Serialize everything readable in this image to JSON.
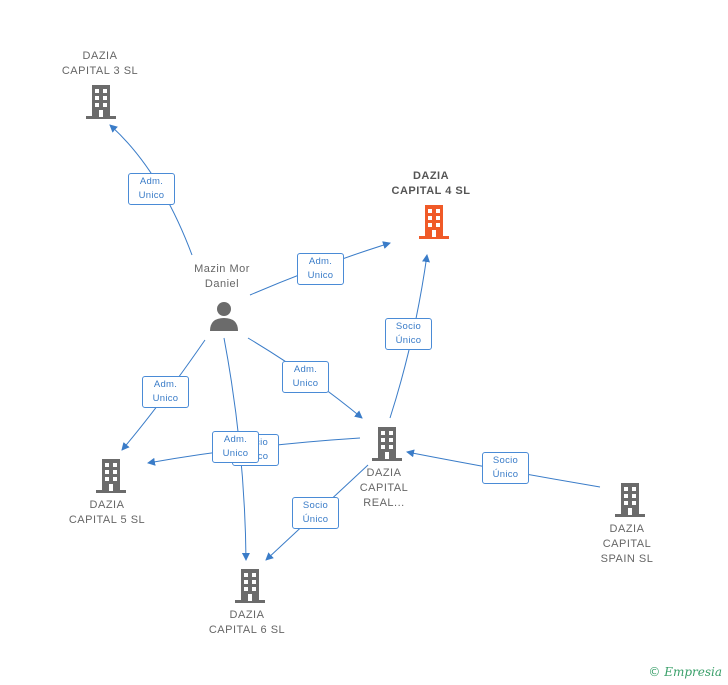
{
  "nodes": {
    "dazia3": {
      "line1": "DAZIA",
      "line2": "CAPITAL 3  SL"
    },
    "dazia4": {
      "line1": "DAZIA",
      "line2": "CAPITAL 4  SL"
    },
    "person": {
      "line1": "Mazin Mor",
      "line2": "Daniel"
    },
    "dazia5": {
      "line1": "DAZIA",
      "line2": "CAPITAL 5  SL"
    },
    "dazia6": {
      "line1": "DAZIA",
      "line2": "CAPITAL 6  SL"
    },
    "real": {
      "line1": "DAZIA",
      "line2": "CAPITAL",
      "line3": "REAL..."
    },
    "spain": {
      "line1": "DAZIA",
      "line2": "CAPITAL",
      "line3": "SPAIN  SL"
    }
  },
  "edges": {
    "e1": {
      "line1": "Adm.",
      "line2": "Unico"
    },
    "e2": {
      "line1": "Adm.",
      "line2": "Unico"
    },
    "e3": {
      "line1": "Socio",
      "line2": "Único"
    },
    "e4": {
      "line1": "Adm.",
      "line2": "Unico"
    },
    "e5": {
      "line1": "Adm.",
      "line2": "Unico"
    },
    "e6": {
      "line1": "Socio",
      "line2": "Único"
    },
    "e7": {
      "line1": "Adm.",
      "line2": "Unico"
    },
    "e8": {
      "line1": "Socio",
      "line2": "Único"
    },
    "e9": {
      "line1": "Socio",
      "line2": "Único"
    }
  },
  "colors": {
    "edge": "#3a7cc8",
    "building": "#6b6b6b",
    "focus": "#f05a28",
    "person": "#6b6b6b"
  },
  "watermark": {
    "symbol": "©",
    "text": "Empresia"
  }
}
